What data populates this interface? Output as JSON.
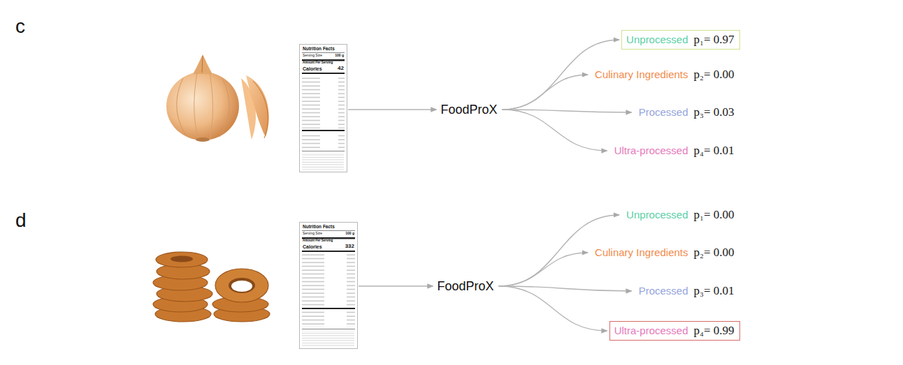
{
  "diagram": {
    "nodes": [
      {
        "text": [
          "Nutrition Facts",
          "Serving Size",
          "100 g",
          "Amount Per Serving",
          "Calories",
          "42"
        ]
      },
      {
        "text": [
          "FoodProX"
        ]
      },
      {
        "text": [
          "Unprocessed",
          "p₁= 0.97"
        ]
      },
      {
        "text": [
          "Culinary Ingredients",
          "p₂= 0.00"
        ]
      },
      {
        "text": [
          "Processed",
          "p₃= 0.03"
        ]
      },
      {
        "text": [
          "Ultra-processed",
          "p₄= 0.01"
        ]
      },
      {
        "text": [
          "Nutrition Facts",
          "Serving Size",
          "100 g",
          "Amount Per Serving",
          "Calories",
          "332"
        ]
      },
      {
        "text": [
          "FoodProX"
        ]
      },
      {
        "text": [
          "Unprocessed",
          "p₁= 0.00"
        ]
      },
      {
        "text": [
          "Culinary Ingredients",
          "p₂= 0.00"
        ]
      },
      {
        "text": [
          "Processed",
          "p₃= 0.01"
        ]
      },
      {
        "text": [
          "Ultra-processed",
          "p₄= 0.99"
        ]
      }
    ],
    "edges": [
      {
        "from": 0,
        "to": 1,
        "arrow": "to"
      },
      {
        "from": 1,
        "to": 2,
        "arrow": "to"
      },
      {
        "from": 1,
        "to": 3,
        "arrow": "to"
      },
      {
        "from": 1,
        "to": 4,
        "arrow": "to"
      },
      {
        "from": 1,
        "to": 5,
        "arrow": "to"
      },
      {
        "from": 6,
        "to": 7,
        "arrow": "to"
      },
      {
        "from": 7,
        "to": 8,
        "arrow": "to"
      },
      {
        "from": 7,
        "to": 9,
        "arrow": "to"
      },
      {
        "from": 7,
        "to": 10,
        "arrow": "to"
      },
      {
        "from": 7,
        "to": 11,
        "arrow": "to"
      }
    ],
    "labels": [
      "c",
      "d"
    ]
  }
}
